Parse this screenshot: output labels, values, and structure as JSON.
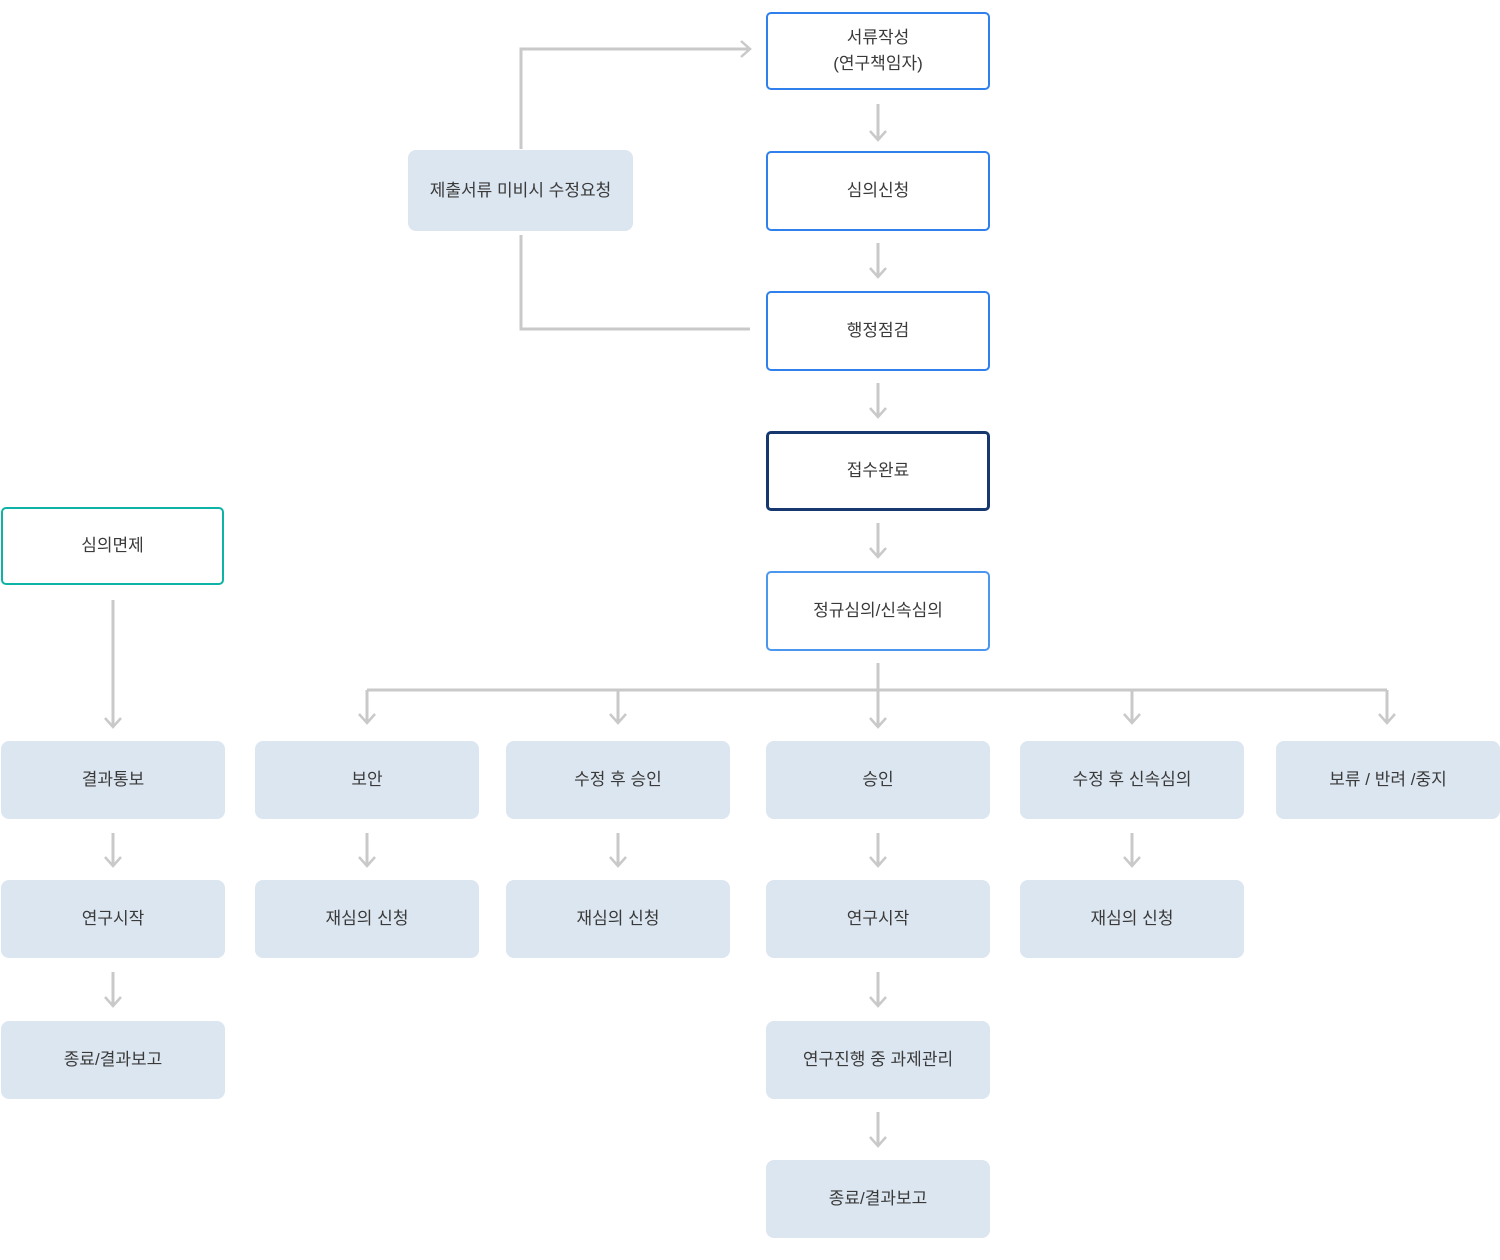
{
  "colors": {
    "box_border_blue": "#2f80ed",
    "box_border_blue_light": "#4b96ee",
    "box_border_navy": "#16386e",
    "box_border_teal": "#0db3a6",
    "box_fill_light": "#dce6f0",
    "arrow_gray": "#c9c9c9",
    "text": "#3a3a3a"
  },
  "diagram": {
    "main_flow": [
      {
        "id": "doc-write",
        "label": "서류작성\n(연구책임자)"
      },
      {
        "id": "review-request",
        "label": "심의신청"
      },
      {
        "id": "admin-check",
        "label": "행정점검"
      },
      {
        "id": "receipt-complete",
        "label": "접수완료"
      },
      {
        "id": "regular-expedited-review",
        "label": "정규심의/신속심의"
      }
    ],
    "feedback_box": {
      "label": "제출서류 미비시 수정요청"
    },
    "exempt_box": {
      "label": "심의면제"
    },
    "outcome_columns": [
      {
        "id": "result-notice",
        "steps": [
          "결과통보",
          "연구시작",
          "종료/결과보고"
        ]
      },
      {
        "id": "supplement",
        "steps": [
          "보안",
          "재심의 신청"
        ]
      },
      {
        "id": "approval-after-revision",
        "steps": [
          "수정 후 승인",
          "재심의 신청"
        ]
      },
      {
        "id": "approval",
        "steps": [
          "승인",
          "연구시작",
          "연구진행 중 과제관리",
          "종료/결과보고"
        ]
      },
      {
        "id": "expedited-after-revision",
        "steps": [
          "수정 후 신속심의",
          "재심의 신청"
        ]
      },
      {
        "id": "hold-reject-stop",
        "steps": [
          "보류 / 반려 /중지"
        ]
      }
    ]
  }
}
